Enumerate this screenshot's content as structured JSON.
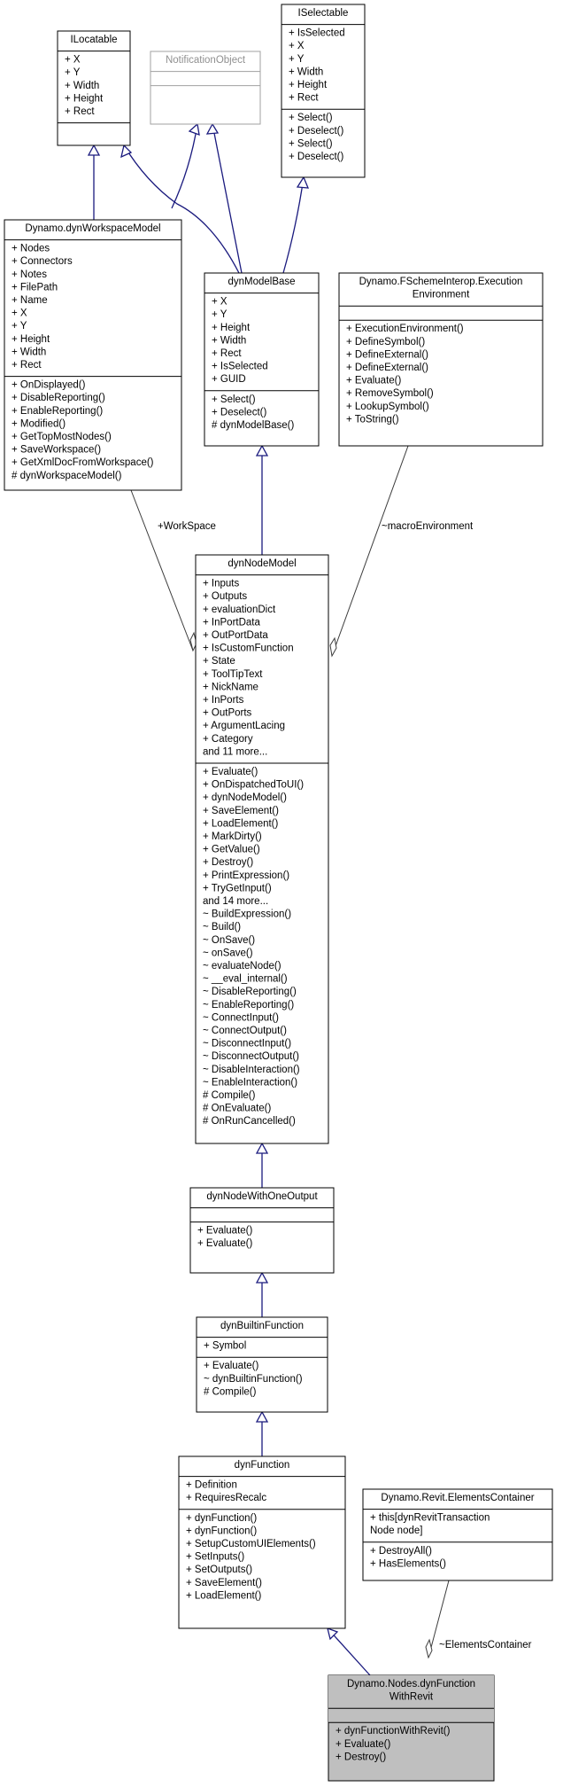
{
  "classes": {
    "ilocatable": {
      "title": [
        "ILocatable"
      ],
      "attributes": [
        "+ X",
        "+ Y",
        "+ Width",
        "+ Height",
        "+ Rect"
      ],
      "methods": []
    },
    "notification_object": {
      "title": [
        "NotificationObject"
      ],
      "attributes": [],
      "methods": []
    },
    "iselectable": {
      "title": [
        "ISelectable"
      ],
      "attributes": [
        "+ IsSelected",
        "+ X",
        "+ Y",
        "+ Width",
        "+ Height",
        "+ Rect"
      ],
      "methods": [
        "+ Select()",
        "+ Deselect()",
        "+ Select()",
        "+ Deselect()"
      ]
    },
    "workspace_model": {
      "title": [
        "Dynamo.dynWorkspaceModel"
      ],
      "attributes": [
        "+ Nodes",
        "+ Connectors",
        "+ Notes",
        "+ FilePath",
        "+ Name",
        "+ X",
        "+ Y",
        "+ Height",
        "+ Width",
        "+ Rect"
      ],
      "methods": [
        "+ OnDisplayed()",
        "+ DisableReporting()",
        "+ EnableReporting()",
        "+ Modified()",
        "+ GetTopMostNodes()",
        "+ SaveWorkspace()",
        "+ GetXmlDocFromWorkspace()",
        "# dynWorkspaceModel()"
      ]
    },
    "model_base": {
      "title": [
        "dynModelBase"
      ],
      "attributes": [
        "+ X",
        "+ Y",
        "+ Height",
        "+ Width",
        "+ Rect",
        "+ IsSelected",
        "+ GUID"
      ],
      "methods": [
        "+ Select()",
        "+ Deselect()",
        "# dynModelBase()"
      ]
    },
    "execution_environment": {
      "title": [
        "Dynamo.FSchemeInterop.Execution",
        "Environment"
      ],
      "attributes": [],
      "methods": [
        "+ ExecutionEnvironment()",
        "+ DefineSymbol()",
        "+ DefineExternal()",
        "+ DefineExternal()",
        "+ Evaluate()",
        "+ RemoveSymbol()",
        "+ LookupSymbol()",
        "+ ToString()"
      ]
    },
    "node_model": {
      "title": [
        "dynNodeModel"
      ],
      "attributes": [
        "+ Inputs",
        "+ Outputs",
        "+ evaluationDict",
        "+ InPortData",
        "+ OutPortData",
        "+ IsCustomFunction",
        "+ State",
        "+ ToolTipText",
        "+ NickName",
        "+ InPorts",
        "+ OutPorts",
        "+ ArgumentLacing",
        "+ Category",
        "and 11 more..."
      ],
      "methods": [
        "+ Evaluate()",
        "+ OnDispatchedToUI()",
        "+ dynNodeModel()",
        "+ SaveElement()",
        "+ LoadElement()",
        "+ MarkDirty()",
        "+ GetValue()",
        "+ Destroy()",
        "+ PrintExpression()",
        "+ TryGetInput()",
        "and 14 more...",
        "~ BuildExpression()",
        "~ Build()",
        "~ OnSave()",
        "~ onSave()",
        "~ evaluateNode()",
        "~ __eval_internal()",
        "~ DisableReporting()",
        "~ EnableReporting()",
        "~ ConnectInput()",
        "~ ConnectOutput()",
        "~ DisconnectInput()",
        "~ DisconnectOutput()",
        "~ DisableInteraction()",
        "~ EnableInteraction()",
        "# Compile()",
        "# OnEvaluate()",
        "# OnRunCancelled()"
      ]
    },
    "node_one_output": {
      "title": [
        "dynNodeWithOneOutput"
      ],
      "attributes": [],
      "methods": [
        "+ Evaluate()",
        "+ Evaluate()"
      ]
    },
    "builtin_function": {
      "title": [
        "dynBuiltinFunction"
      ],
      "attributes": [
        "+ Symbol"
      ],
      "methods": [
        "+ Evaluate()",
        "~ dynBuiltinFunction()",
        "# Compile()"
      ]
    },
    "function": {
      "title": [
        "dynFunction"
      ],
      "attributes": [
        "+ Definition",
        "+ RequiresRecalc"
      ],
      "methods": [
        "+ dynFunction()",
        "+ dynFunction()",
        "+ SetupCustomUIElements()",
        "+ SetInputs()",
        "+ SetOutputs()",
        "+ SaveElement()",
        "+ LoadElement()"
      ]
    },
    "elements_container": {
      "title": [
        "Dynamo.Revit.ElementsContainer"
      ],
      "attributes": [
        "+ this[dynRevitTransaction",
        "Node node]"
      ],
      "methods": [
        "+ DestroyAll()",
        "+ HasElements()"
      ]
    },
    "function_with_revit": {
      "title": [
        "Dynamo.Nodes.dynFunction",
        "WithRevit"
      ],
      "attributes": [],
      "methods": [
        "+ dynFunctionWithRevit()",
        "+ Evaluate()",
        "+ Destroy()"
      ]
    }
  },
  "edge_labels": {
    "workspace": "+WorkSpace",
    "macro_environment": "~macroEnvironment",
    "elements_container": "~ElementsContainer"
  }
}
